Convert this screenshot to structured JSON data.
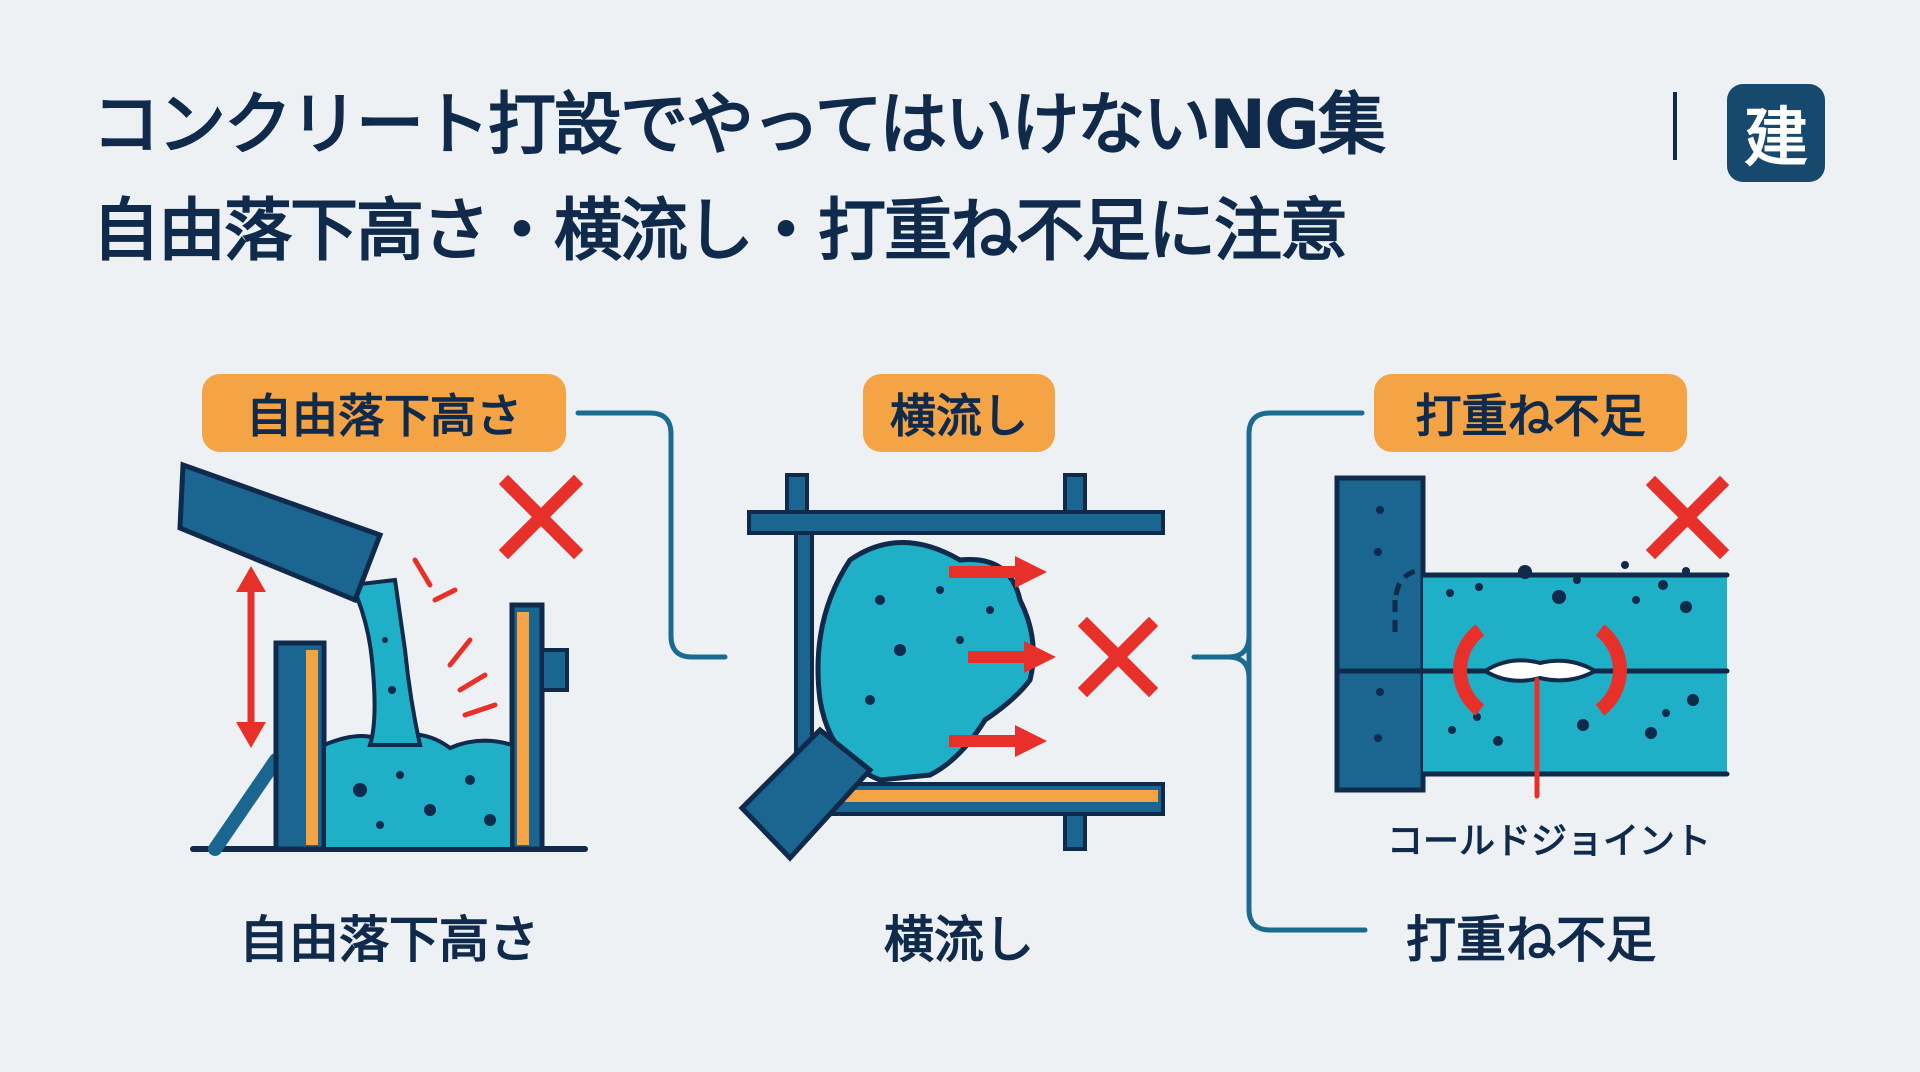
{
  "header": {
    "title_line1": "コンクリート打設でやってはいけないNG集",
    "title_line2": "自由落下高さ・横流し・打重ね不足に注意",
    "badge": "建"
  },
  "panels": [
    {
      "tag": "自由落下高さ",
      "caption": "自由落下高さ"
    },
    {
      "tag": "横流し",
      "caption": "横流し"
    },
    {
      "tag": "打重ね不足",
      "caption": "打重ね不足",
      "annotation": "コールドジョイント"
    }
  ],
  "colors": {
    "background": "#eef1f4",
    "navy": "#0f2a4a",
    "orange": "#f5a445",
    "concrete": "#1fb0c8",
    "steel": "#1b6690",
    "ng_red": "#e8302a"
  }
}
